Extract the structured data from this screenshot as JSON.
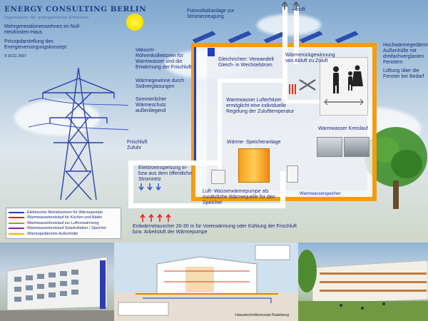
{
  "header": {
    "title": "ENERGY CONSULTING BERLIN",
    "subtitle": "Ingenieure für energetische Effizienz",
    "project_title": "Mehrgenerationenwohnen im Null-Heizkosten-Haus",
    "concept_title": "Prinzipdarstellung des Energieversorgungskonzept",
    "copyright": "© ECG 2007"
  },
  "labels": {
    "fotovoltaik": "Fotovoltaikanlage zur Stromerzeugung",
    "abluft": "Abluft",
    "vakuum": "Vakuum-Röhrenkollektoren für Warmwasser und die Erwärmung der Frischluft",
    "waermegewinne": "Wärmegewinne durch Südverglasungen",
    "sommerlicher": "Sommerlicher Wärmeschutz außenliegend",
    "gleichrichter": "Gleichrichter: Verwandelt Gleich- in Wechselstrom",
    "waermerueck": "Wärmerückgewinnung von Abluft zu Zuluft",
    "lufterhitzer": "Warmwasser Lufterhitzer ermöglicht eine individuelle Regelung der Zulufttemperatur",
    "kreislauf": "Warmwasser Kreislauf",
    "speicheranlage": "Wärme- Speicheranlage",
    "frischluft": "Frischluft Zufuhr",
    "elektroeinspeisung": "Elektroeinspeisung in- bzw aus dem öffentliche Stromnetz",
    "waermepumpe": "Luft- Wasserwärmepumpe als zusätzliche Wärmequelle für den Speicher",
    "warmwasserspeicher": "Warmwasserspeicher",
    "erdwaerme": "Erdwärmetauscher 20-30 m für Vorerwärmung oder Kühlung der Frischluft bzw. Arbeitsluft der Wärmepumpe",
    "huelle": "Hochwärmegedämmte Außenhülle mit dreifachverglasten Fenstern",
    "lueftung": "Lüftung über die Fenster bei Bedarf"
  },
  "legend": [
    {
      "label": "Elektrischer Betriebsstrom für Wärmepumpe",
      "color": "#1f3fbf"
    },
    {
      "label": "Warmwasserkreislauf für Küchen und Bäder",
      "color": "#d82020"
    },
    {
      "label": "Warmwasserkreislauf zur Luftvorwärmung",
      "color": "#f07a10"
    },
    {
      "label": "Warmwasserkreislauf Solarkollektor / Speicher",
      "color": "#8a1fb0"
    },
    {
      "label": "Wärmegedämmte Außenhülle",
      "color": "#f6b400"
    }
  ],
  "thumbnails": {
    "middle_caption": "Haustechnikkonzept Radeberg"
  },
  "colors": {
    "accent_orange": "#f39c12",
    "text_blue": "#1a2a7a",
    "pipe_white": "#ffffff",
    "electric_blue": "#1f3fbf"
  }
}
